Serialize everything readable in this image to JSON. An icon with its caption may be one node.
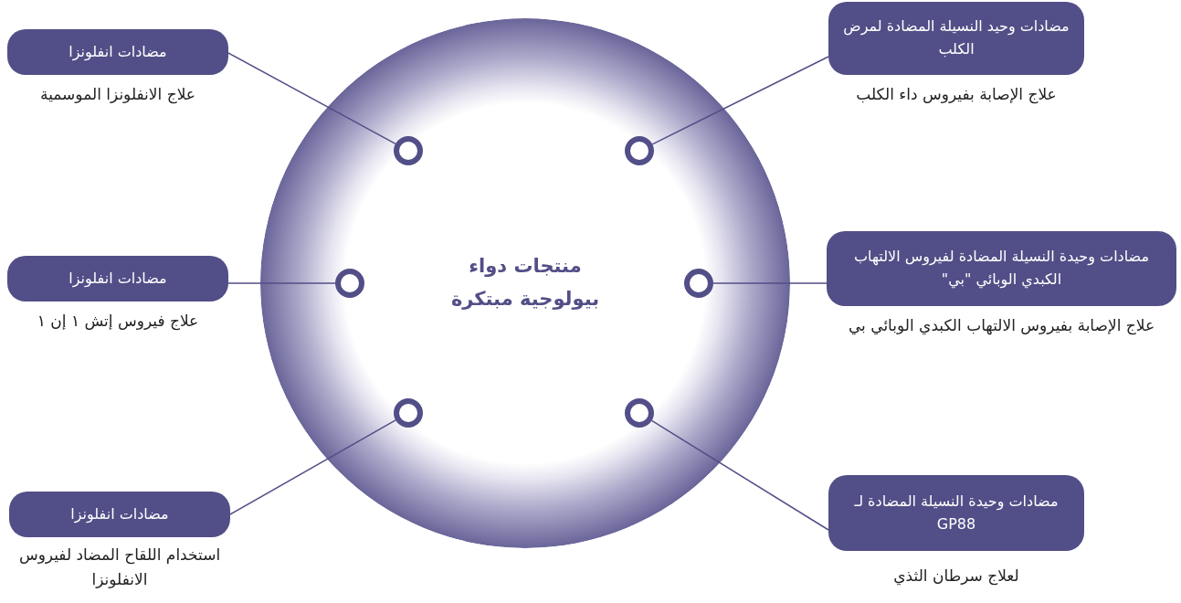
{
  "diagram": {
    "nodes": [
      {
        "text": [
          "منتجات دواء بيولوجية مبتكرة"
        ]
      },
      {
        "text": [
          "مضادات انفلونزا"
        ],
        "beside": [
          "علاج الانفلونزا الموسمية"
        ]
      },
      {
        "text": [
          "مضادات وحيد النسيلة المضادة لمرض الكلب"
        ],
        "beside": [
          "علاج الإصابة بفيروس داء الكلب"
        ]
      },
      {
        "text": [
          "مضادات انفلونزا"
        ],
        "beside": [
          "علاج فيروس إتش ١ إن ١"
        ]
      },
      {
        "text": [
          "مضادات وحيدة النسيلة المضادة لفيروس الالتهاب الكبدي الوبائي \"بي\""
        ],
        "beside": [
          "علاج الإصابة بفيروس الالتهاب الكبدي الوبائي بي"
        ]
      },
      {
        "text": [
          "مضادات انفلونزا"
        ],
        "beside": [
          "استخدام اللقاح المضاد لفيروس الانفلونزا"
        ]
      },
      {
        "text": [
          "مضادات وحيدة النسيلة المضادة لـ GP88"
        ],
        "beside": [
          "لعلاج سرطان الثذي"
        ]
      },
      {
        "text": [],
        "shape": "circle",
        "in": 0
      },
      {
        "text": [],
        "shape": "circle",
        "in": 0
      },
      {
        "text": [],
        "shape": "circle",
        "in": 0
      },
      {
        "text": [],
        "shape": "circle",
        "in": 0
      },
      {
        "text": [],
        "shape": "circle",
        "in": 0
      },
      {
        "text": [],
        "shape": "circle",
        "in": 0
      }
    ],
    "edges": [
      {
        "from": 1,
        "to": 7,
        "arrow": "none"
      },
      {
        "from": 2,
        "to": 8,
        "arrow": "none"
      },
      {
        "from": 3,
        "to": 9,
        "arrow": "none"
      },
      {
        "from": 4,
        "to": 10,
        "arrow": "none"
      },
      {
        "from": 5,
        "to": 11,
        "arrow": "none"
      },
      {
        "from": 6,
        "to": 12,
        "arrow": "none"
      }
    ]
  }
}
